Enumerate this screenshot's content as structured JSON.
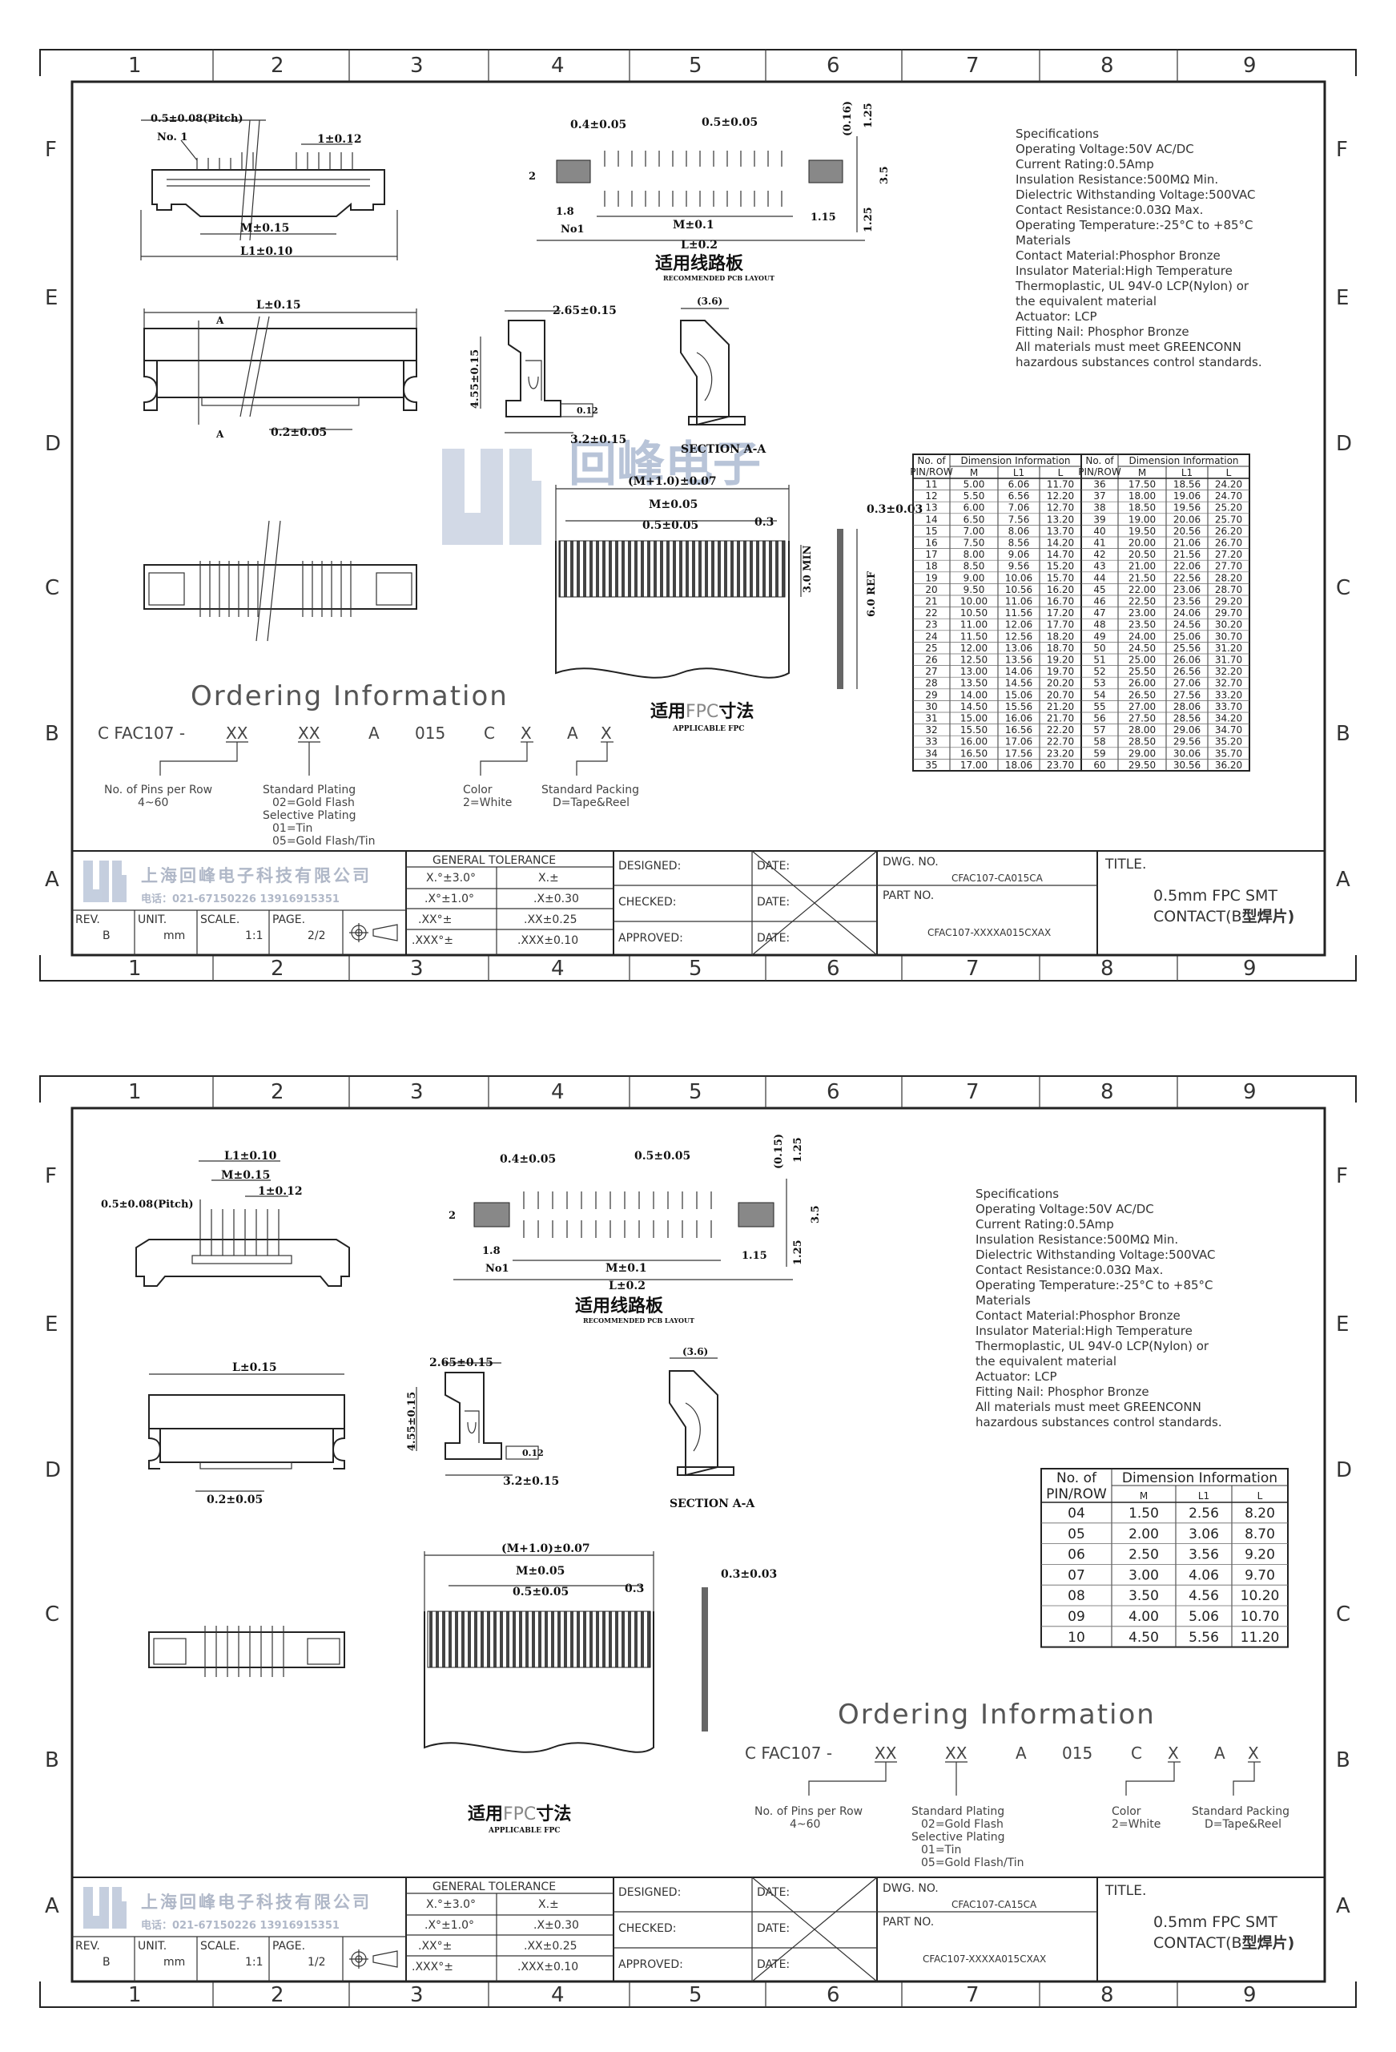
{
  "grid": {
    "cols": [
      "1",
      "2",
      "3",
      "4",
      "5",
      "6",
      "7",
      "8",
      "9"
    ],
    "rows": [
      "F",
      "E",
      "D",
      "C",
      "B",
      "A"
    ]
  },
  "specs": {
    "lines": [
      "Specifications",
      "Operating Voltage:50V AC/DC",
      "Current Rating:0.5Amp",
      "Insulation Resistance:500MΩ Min.",
      "Dielectric Withstanding Voltage:500VAC",
      "Contact Resistance:0.03Ω Max.",
      "Operating Temperature:-25°C to +85°C",
      "Materials",
      "Contact Material:Phosphor Bronze",
      "Insulator Material:High Temperature",
      "Thermoplastic, UL 94V-0 LCP(Nylon) or",
      "the equivalent material",
      "Actuator: LCP",
      "Fitting Nail: Phosphor Bronze",
      "All materials must meet GREENCONN",
      "hazardous substances control standards."
    ]
  },
  "dims": {
    "pitch": "0.5±0.08(Pitch)",
    "no1": "No. 1",
    "no1b": "No1",
    "one012": "1±0.12",
    "m015": "M±0.15",
    "l1010": "L1±0.10",
    "l015": "L±0.15",
    "a": "A",
    "p02": "0.2±0.05",
    "p04": "0.4±0.05",
    "p05": "0.5±0.05",
    "p016": "(0.16)",
    "p015": "(0.15)",
    "p125": "1.25",
    "p35": "3.5",
    "p2": "2",
    "p18": "1.8",
    "m01": "M±0.1",
    "p115": "1.15",
    "l02": "L±0.2",
    "pcb_cn": "适用线路板",
    "pcb_en": "RECOMMENDED PCB LAYOUT",
    "p265": "2.65±0.15",
    "p455": "4.55±0.15",
    "p012": "0.12",
    "p32": "3.2±0.15",
    "p36": "(3.6)",
    "section": "SECTION A-A",
    "m1": "(M+1.0)±0.07",
    "m005": "M±0.05",
    "p0505": "0.5±0.05",
    "p03": "0.3",
    "p3min": "3.0 MIN",
    "p003": "0.3±0.03",
    "p6ref": "6.0 REF",
    "fpc_a": "适用",
    "fpc_b": "FPC",
    "fpc_c": "寸法",
    "fpc_en": "APPLICABLE FPC"
  },
  "ordering": {
    "title": "Ordering Information",
    "code": [
      "C FAC107 -",
      "XX",
      "XX",
      "A",
      "015",
      "C",
      "X",
      "A",
      "X"
    ],
    "pins_1": "No. of Pins per Row",
    "pins_2": "4~60",
    "plating": [
      "Standard Plating",
      "02=Gold Flash",
      "Selective Plating",
      "01=Tin",
      "05=Gold Flash/Tin"
    ],
    "color": [
      "Color",
      "2=White"
    ],
    "packing": [
      "Standard Packing",
      "D=Tape&Reel"
    ]
  },
  "table1": {
    "h_no": "No. of",
    "h_pin": "PIN/ROW",
    "h_dim": "Dimension Information",
    "h_m": "M",
    "h_l1": "L1",
    "h_l": "L",
    "left": [
      [
        "11",
        "5.00",
        "6.06",
        "11.70"
      ],
      [
        "12",
        "5.50",
        "6.56",
        "12.20"
      ],
      [
        "13",
        "6.00",
        "7.06",
        "12.70"
      ],
      [
        "14",
        "6.50",
        "7.56",
        "13.20"
      ],
      [
        "15",
        "7.00",
        "8.06",
        "13.70"
      ],
      [
        "16",
        "7.50",
        "8.56",
        "14.20"
      ],
      [
        "17",
        "8.00",
        "9.06",
        "14.70"
      ],
      [
        "18",
        "8.50",
        "9.56",
        "15.20"
      ],
      [
        "19",
        "9.00",
        "10.06",
        "15.70"
      ],
      [
        "20",
        "9.50",
        "10.56",
        "16.20"
      ],
      [
        "21",
        "10.00",
        "11.06",
        "16.70"
      ],
      [
        "22",
        "10.50",
        "11.56",
        "17.20"
      ],
      [
        "23",
        "11.00",
        "12.06",
        "17.70"
      ],
      [
        "24",
        "11.50",
        "12.56",
        "18.20"
      ],
      [
        "25",
        "12.00",
        "13.06",
        "18.70"
      ],
      [
        "26",
        "12.50",
        "13.56",
        "19.20"
      ],
      [
        "27",
        "13.00",
        "14.06",
        "19.70"
      ],
      [
        "28",
        "13.50",
        "14.56",
        "20.20"
      ],
      [
        "29",
        "14.00",
        "15.06",
        "20.70"
      ],
      [
        "30",
        "14.50",
        "15.56",
        "21.20"
      ],
      [
        "31",
        "15.00",
        "16.06",
        "21.70"
      ],
      [
        "32",
        "15.50",
        "16.56",
        "22.20"
      ],
      [
        "33",
        "16.00",
        "17.06",
        "22.70"
      ],
      [
        "34",
        "16.50",
        "17.56",
        "23.20"
      ],
      [
        "35",
        "17.00",
        "18.06",
        "23.70"
      ]
    ],
    "right": [
      [
        "36",
        "17.50",
        "18.56",
        "24.20"
      ],
      [
        "37",
        "18.00",
        "19.06",
        "24.70"
      ],
      [
        "38",
        "18.50",
        "19.56",
        "25.20"
      ],
      [
        "39",
        "19.00",
        "20.06",
        "25.70"
      ],
      [
        "40",
        "19.50",
        "20.56",
        "26.20"
      ],
      [
        "41",
        "20.00",
        "21.06",
        "26.70"
      ],
      [
        "42",
        "20.50",
        "21.56",
        "27.20"
      ],
      [
        "43",
        "21.00",
        "22.06",
        "27.70"
      ],
      [
        "44",
        "21.50",
        "22.56",
        "28.20"
      ],
      [
        "45",
        "22.00",
        "23.06",
        "28.70"
      ],
      [
        "46",
        "22.50",
        "23.56",
        "29.20"
      ],
      [
        "47",
        "23.00",
        "24.06",
        "29.70"
      ],
      [
        "48",
        "23.50",
        "24.56",
        "30.20"
      ],
      [
        "49",
        "24.00",
        "25.06",
        "30.70"
      ],
      [
        "50",
        "24.50",
        "25.56",
        "31.20"
      ],
      [
        "51",
        "25.00",
        "26.06",
        "31.70"
      ],
      [
        "52",
        "25.50",
        "26.56",
        "32.20"
      ],
      [
        "53",
        "26.00",
        "27.06",
        "32.70"
      ],
      [
        "54",
        "26.50",
        "27.56",
        "33.20"
      ],
      [
        "55",
        "27.00",
        "28.06",
        "33.70"
      ],
      [
        "56",
        "27.50",
        "28.56",
        "34.20"
      ],
      [
        "57",
        "28.00",
        "29.06",
        "34.70"
      ],
      [
        "58",
        "28.50",
        "29.56",
        "35.20"
      ],
      [
        "59",
        "29.00",
        "30.06",
        "35.70"
      ],
      [
        "60",
        "29.50",
        "30.56",
        "36.20"
      ]
    ]
  },
  "table2": {
    "rows": [
      [
        "04",
        "1.50",
        "2.56",
        "8.20"
      ],
      [
        "05",
        "2.00",
        "3.06",
        "8.70"
      ],
      [
        "06",
        "2.50",
        "3.56",
        "9.20"
      ],
      [
        "07",
        "3.00",
        "4.06",
        "9.70"
      ],
      [
        "08",
        "3.50",
        "4.56",
        "10.20"
      ],
      [
        "09",
        "4.00",
        "5.06",
        "10.70"
      ],
      [
        "10",
        "4.50",
        "5.56",
        "11.20"
      ]
    ]
  },
  "watermark": {
    "text": "回峰电子"
  },
  "titleblock": {
    "company": "上海回峰电子科技有限公司",
    "phone": "电话：021-67150226  13916915351",
    "gen_tol": "GENERAL TOLERANCE",
    "tol": [
      [
        "X.°±3.0°",
        "X.±"
      ],
      [
        ".X°±1.0°",
        ".X±0.30"
      ],
      [
        ".XX°±",
        ".XX±0.25"
      ],
      [
        ".XXX°±",
        ".XXX±0.10"
      ]
    ],
    "designed": "DESIGNED:",
    "checked": "CHECKED:",
    "approved": "APPROVED:",
    "date": "DATE:",
    "dwg_no": "DWG. NO.",
    "part_no": "PART NO.",
    "title": "TITLE.",
    "title_1": "0.5mm FPC SMT",
    "title_2a": "CONTACT(B",
    "title_2b": "型焊片)",
    "rev": "REV.",
    "rev_v": "B",
    "unit": "UNIT.",
    "unit_v": "mm",
    "scale": "SCALE.",
    "scale_v": "1:1",
    "page": "PAGE."
  },
  "sheet1": {
    "dwg": "CFAC107-CA015CA",
    "part": "CFAC107-XXXXA015CXAX",
    "page_v": "2/2"
  },
  "sheet2": {
    "dwg": "CFAC107-CA15CA",
    "part": "CFAC107-XXXXA015CXAX",
    "page_v": "1/2"
  }
}
